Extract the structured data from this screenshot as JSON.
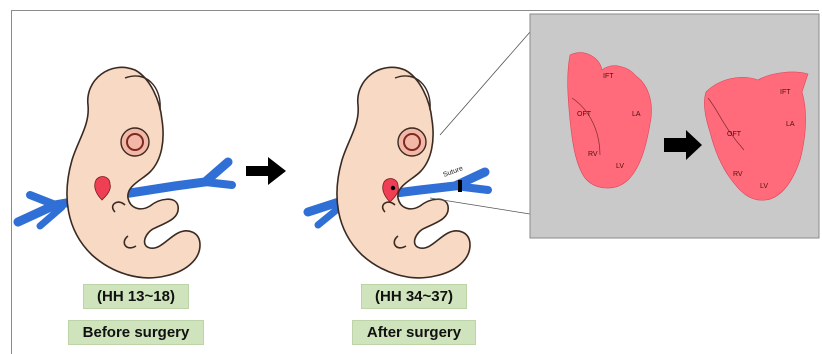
{
  "left_panel": {
    "stage_label": "(HH 13~18)",
    "caption": "Before surgery"
  },
  "right_panel": {
    "stage_label": "(HH 34~37)",
    "caption": "After surgery",
    "suture_label": "Suture"
  },
  "inset": {
    "heart_before": {
      "labels": [
        "IFT",
        "OFT",
        "LA",
        "RV",
        "LV"
      ]
    },
    "heart_after": {
      "labels": [
        "IFT",
        "OFT",
        "LA",
        "RV",
        "LV"
      ]
    }
  },
  "colors": {
    "embryo_fill": "#f7d9c4",
    "embryo_outline": "#3a2a22",
    "vessel": "#2f6fd6",
    "heart": "#ef3f55",
    "heart_inset": "#ff6b7a",
    "inset_bg": "#c9c9c9",
    "label_bg": "#cfe3bd",
    "arrow": "#000000"
  }
}
